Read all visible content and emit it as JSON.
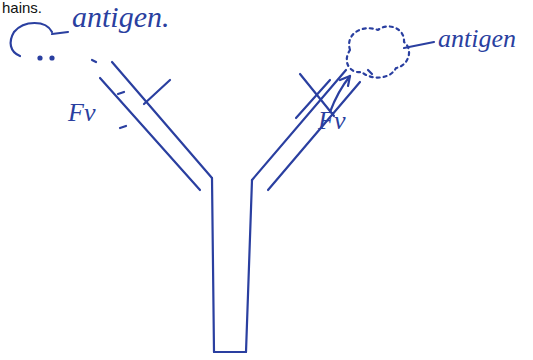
{
  "diagram": {
    "labels": [
      "hains.",
      "antigen.",
      "antigen",
      "Fv",
      "Fv"
    ]
  }
}
